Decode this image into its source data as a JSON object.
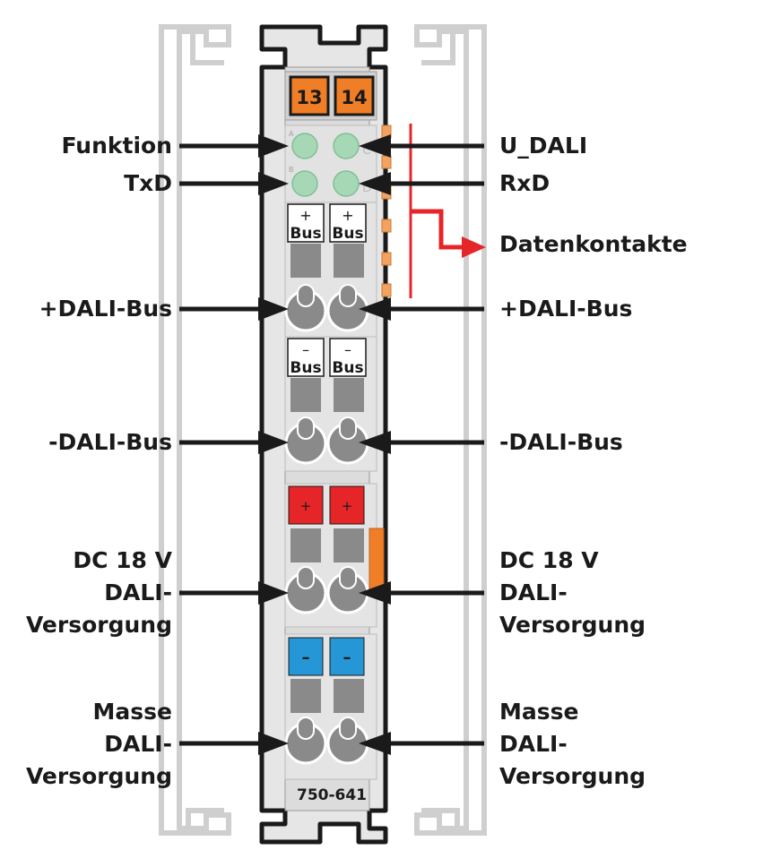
{
  "module": {
    "model": "750-641",
    "top_terminals": [
      "13",
      "14"
    ],
    "led_letters": {
      "a": "A",
      "b": "B",
      "c": "C",
      "d": "D"
    },
    "plus_sign": "+",
    "minus_sign": "–",
    "bus_text": "Bus",
    "plus_bus_text": "+",
    "minus_bus_text": "–"
  },
  "labels": {
    "funktion": "Funktion",
    "txd": "TxD",
    "u_dali": "U_DALI",
    "rxd": "RxD",
    "datenkontakte": "Datenkontakte",
    "plus_dali_bus_left": "+DALI-Bus",
    "plus_dali_bus_right": "+DALI-Bus",
    "minus_dali_bus_left": "-DALI-Bus",
    "minus_dali_bus_right": "-DALI-Bus",
    "dc_left": [
      "DC 18 V",
      "DALI-",
      "Versorgung"
    ],
    "dc_right": [
      "DC 18 V",
      "DALI-",
      "Versorgung"
    ],
    "masse_left": [
      "Masse",
      "DALI-",
      "Versorgung"
    ],
    "masse_right": [
      "Masse",
      "DALI-",
      "Versorgung"
    ]
  },
  "colors": {
    "housing": "#e6e6e6",
    "outline": "#1a1a1a",
    "terminal_orange": "#f07e26",
    "led_green": "#a7d8b6",
    "clamp_gray": "#8a8a8a",
    "plus_red": "#e52528",
    "minus_blue": "#2697d6",
    "data_contact_orange": "#f3a35f",
    "arrow_red": "#e52528",
    "ghost_outline": "#cfcfcf"
  }
}
